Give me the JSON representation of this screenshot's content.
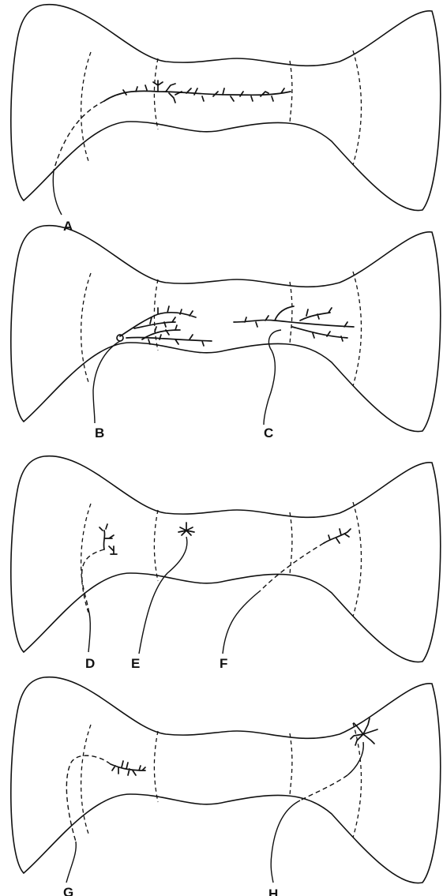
{
  "panels": [
    {
      "fibers": [
        {
          "label": "A"
        }
      ]
    },
    {
      "fibers": [
        {
          "label": "B"
        },
        {
          "label": "C"
        }
      ]
    },
    {
      "fibers": [
        {
          "label": "D"
        },
        {
          "label": "E"
        },
        {
          "label": "F"
        }
      ]
    },
    {
      "fibers": [
        {
          "label": "G"
        },
        {
          "label": "H"
        }
      ]
    }
  ]
}
